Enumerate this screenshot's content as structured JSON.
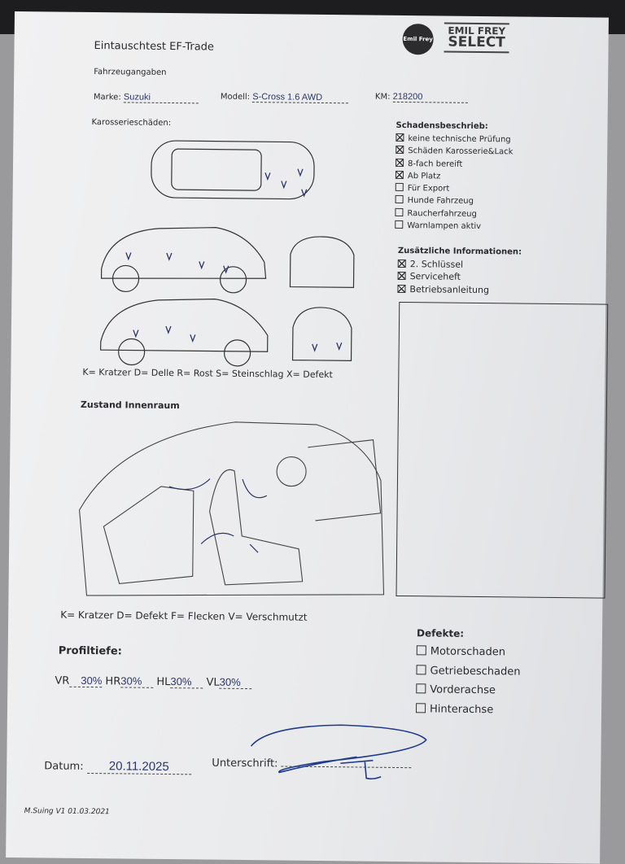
{
  "header": {
    "title": "Eintauschtest EF-Trade",
    "logo_wheel_text": "Emil Frey",
    "logo_line1": "EMIL FREY",
    "logo_line2": "SELECT"
  },
  "vehicle": {
    "section": "Fahrzeugangaben",
    "make_label": "Marke:",
    "make_value": "Suzuki",
    "model_label": "Modell:",
    "model_value": "S-Cross 1.6 AWD",
    "km_label": "KM:",
    "km_value": "218200"
  },
  "body_damage": {
    "heading": "Karosserieschäden:",
    "legend": "K= Kratzer D= Delle R= Rost S= Steinschlag X= Defekt"
  },
  "damage_description": {
    "heading": "Schadensbeschrieb:",
    "items": [
      {
        "label": "keine technische Prüfung",
        "checked": true
      },
      {
        "label": "Schäden Karosserie&Lack",
        "checked": true
      },
      {
        "label": "8-fach bereift",
        "checked": true
      },
      {
        "label": "Ab Platz",
        "checked": true
      },
      {
        "label": "Für Export",
        "checked": false
      },
      {
        "label": "Hunde Fahrzeug",
        "checked": false
      },
      {
        "label": "Raucherfahrzeug",
        "checked": false
      },
      {
        "label": "Warnlampen aktiv",
        "checked": false
      }
    ]
  },
  "additional_info": {
    "heading": "Zusätzliche Informationen:",
    "items": [
      {
        "label": "2. Schlüssel",
        "checked": true
      },
      {
        "label": "Serviceheft",
        "checked": true
      },
      {
        "label": "Betriebsanleitung",
        "checked": true
      }
    ]
  },
  "interior": {
    "heading": "Zustand Innenraum",
    "legend": "K= Kratzer D= Defekt F= Flecken V= Verschmutzt"
  },
  "tread": {
    "heading": "Profiltiefe:",
    "vr_label": "VR",
    "vr_value": "30%",
    "hr_label": "HR",
    "hr_value": "30%",
    "hl_label": "HL",
    "hl_value": "30%",
    "vl_label": "VL",
    "vl_value": "30%"
  },
  "defects": {
    "heading": "Defekte:",
    "items": [
      {
        "label": "Motorschaden",
        "checked": false
      },
      {
        "label": "Getriebeschaden",
        "checked": false
      },
      {
        "label": "Vorderachse",
        "checked": false
      },
      {
        "label": "Hinterachse",
        "checked": false
      }
    ]
  },
  "footer": {
    "date_label": "Datum:",
    "date_value": "20.11.2025",
    "signature_label": "Unterschrift:",
    "version": "M.Suing V1 01.03.2021"
  }
}
